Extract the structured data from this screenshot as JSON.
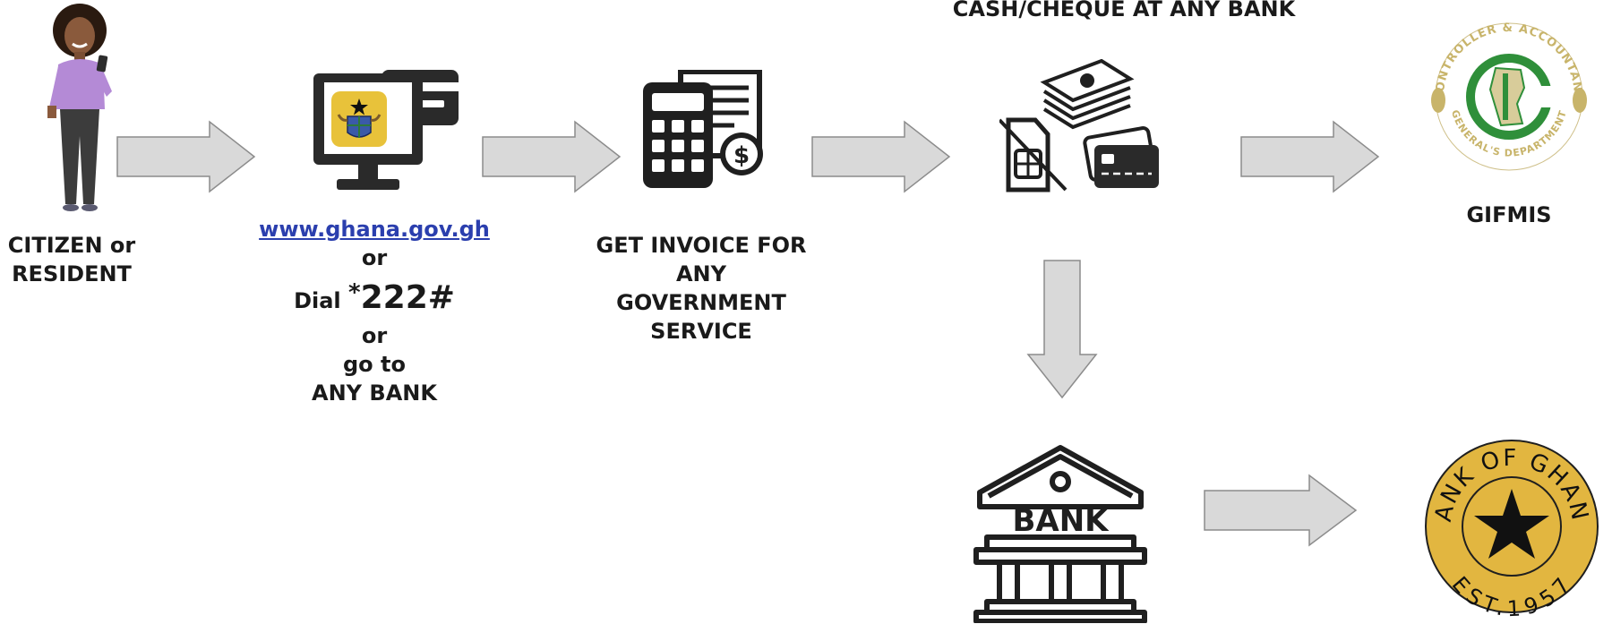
{
  "steps": {
    "citizen": {
      "label_line1": "CITIZEN or",
      "label_line2": "RESIDENT",
      "icon": "woman-with-phone-icon"
    },
    "portal": {
      "link": "www.ghana.gov.gh",
      "or1": "or",
      "dial_word": "Dial",
      "dial_star": "*",
      "dial_code": "222#",
      "or2": "or",
      "go_to": "go to",
      "any_bank": "ANY BANK",
      "icon": "computer-with-ghana-coat-of-arms-icon"
    },
    "invoice": {
      "line1": "GET INVOICE FOR",
      "line2": "ANY",
      "line3": "GOVERNMENT",
      "line4": "SERVICE",
      "icon": "calculator-invoice-icon"
    },
    "payment": {
      "caption": "CASH/CHEQUE AT ANY BANK",
      "icon": "cash-simcard-card-icon"
    },
    "gifmis": {
      "label": "GIFMIS",
      "logo_top": "CONTROLLER & ACCOUNTANT",
      "logo_bottom": "GENERAL'S DEPARTMENT",
      "logo_letter": "C"
    },
    "bank": {
      "sign": "BANK",
      "icon": "bank-building-icon"
    },
    "bog": {
      "top_text": "BANK OF GHANA",
      "bottom_text": "EST.1957"
    }
  },
  "colors": {
    "arrow_fill": "#d9d9d9",
    "arrow_stroke": "#8c8c8c",
    "link": "#2b3fae",
    "gold": "#e2b640",
    "green": "#2f8f3a",
    "khaki": "#c8b46a",
    "purple_top": "#b48ad6"
  }
}
